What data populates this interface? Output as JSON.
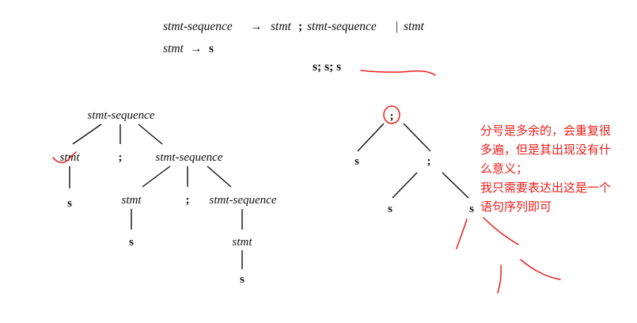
{
  "grammar": {
    "rule1": {
      "lhs": "stmt-sequence",
      "arrow": "→",
      "rhs1_a": "stmt",
      "rhs1_semi": ";",
      "rhs1_b": "stmt-sequence",
      "bar": "|",
      "rhs2": "stmt"
    },
    "rule2": {
      "lhs": "stmt",
      "arrow": "→",
      "rhs": "s"
    },
    "example": "s; s; s"
  },
  "parse_tree": {
    "root": "stmt-sequence",
    "l1_stmt": "stmt",
    "l1_semi": ";",
    "l1_seq": "stmt-sequence",
    "l1_s": "s",
    "l2_stmt": "stmt",
    "l2_semi": ";",
    "l2_seq": "stmt-sequence",
    "l2_s": "s",
    "l3_stmt": "stmt",
    "l3_s": "s"
  },
  "syntax_tree": {
    "root": ";",
    "left": "s",
    "mid": ";",
    "mid_left": "s",
    "mid_right": "s"
  },
  "annotation": {
    "line1": "分号是多余的，会重复很",
    "line2": "多遍，但是其出现没有什",
    "line3": "么意义；",
    "line4": "我只需要表达出这是一个",
    "line5": "语句序列即可"
  },
  "colors": {
    "ink": "#111111",
    "annotation": "#e8201c"
  }
}
